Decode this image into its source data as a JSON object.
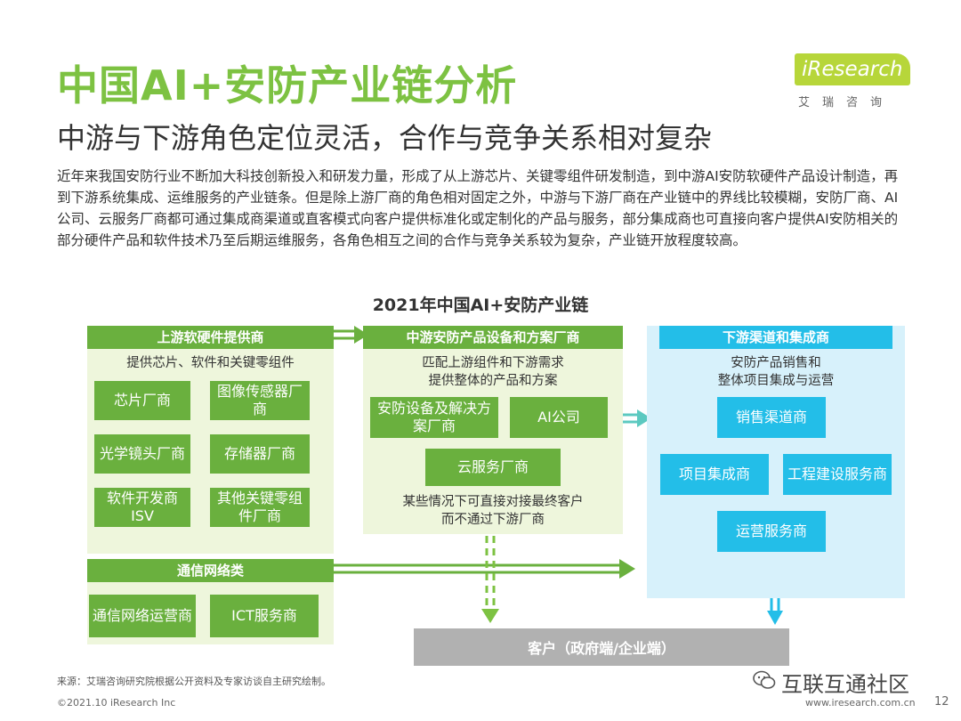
{
  "header": {
    "title": "中国AI+安防产业链分析",
    "subtitle": "中游与下游角色定位灵活，合作与竞争关系相对复杂",
    "paragraph": "近年来我国安防行业不断加大科技创新投入和研发力量，形成了从上游芯片、关键零组件研发制造，到中游AI安防软硬件产品设计制造，再到下游系统集成、运维服务的产业链条。但是除上游厂商的角色相对固定之外，中游与下游厂商在产业链中的界线比较模糊，安防厂商、AI公司、云服务厂商都可通过集成商渠道或直客模式向客户提供标准化或定制化的产品与服务，部分集成商也可直接向客户提供AI安防相关的部分硬件产品和软件技术乃至后期运维服务，各角色相互之间的合作与竞争关系较为复杂，产业链开放程度较高。"
  },
  "logo": {
    "main": "iResearch",
    "sub": "艾瑞咨询"
  },
  "diagram": {
    "title": "2021年中国AI+安防产业链",
    "upstream": {
      "header": "上游软硬件提供商",
      "desc": "提供芯片、软件和关键零组件",
      "items": [
        "芯片厂商",
        "图像传感器厂商",
        "光学镜头厂商",
        "存储器厂商",
        "软件开发商ISV",
        "其他关键零组件厂商"
      ]
    },
    "midstream": {
      "header": "中游安防产品设备和方案厂商",
      "desc1": "匹配上游组件和下游需求",
      "desc2": "提供整体的产品和方案",
      "items": [
        "安防设备及解决方案厂商",
        "AI公司",
        "云服务厂商"
      ],
      "note1": "某些情况下可直接对接最终客户",
      "note2": "而不通过下游厂商"
    },
    "downstream": {
      "header": "下游渠道和集成商",
      "desc1": "安防产品销售和",
      "desc2": "整体项目集成与运营",
      "items": [
        "销售渠道商",
        "项目集成商",
        "工程建设服务商",
        "运营服务商"
      ]
    },
    "communication": {
      "header": "通信网络类",
      "items": [
        "通信网络运营商",
        "ICT服务商"
      ]
    },
    "customer": "客户（政府端/企业端）"
  },
  "footer": {
    "source": "来源：艾瑞咨询研究院根据公开资料及专家访谈自主研究绘制。",
    "copyright": "©2021.10 iResearch Inc",
    "site": "www.iresearch.com.cn",
    "page": "12",
    "watermark": "互联互通社区"
  },
  "colors": {
    "green": "#6ab03e",
    "light_green": "#eef6dc",
    "blue": "#23bee8",
    "light_blue": "#d7f1fb",
    "title_green": "#7dc242",
    "gray": "#b1b1b1"
  }
}
